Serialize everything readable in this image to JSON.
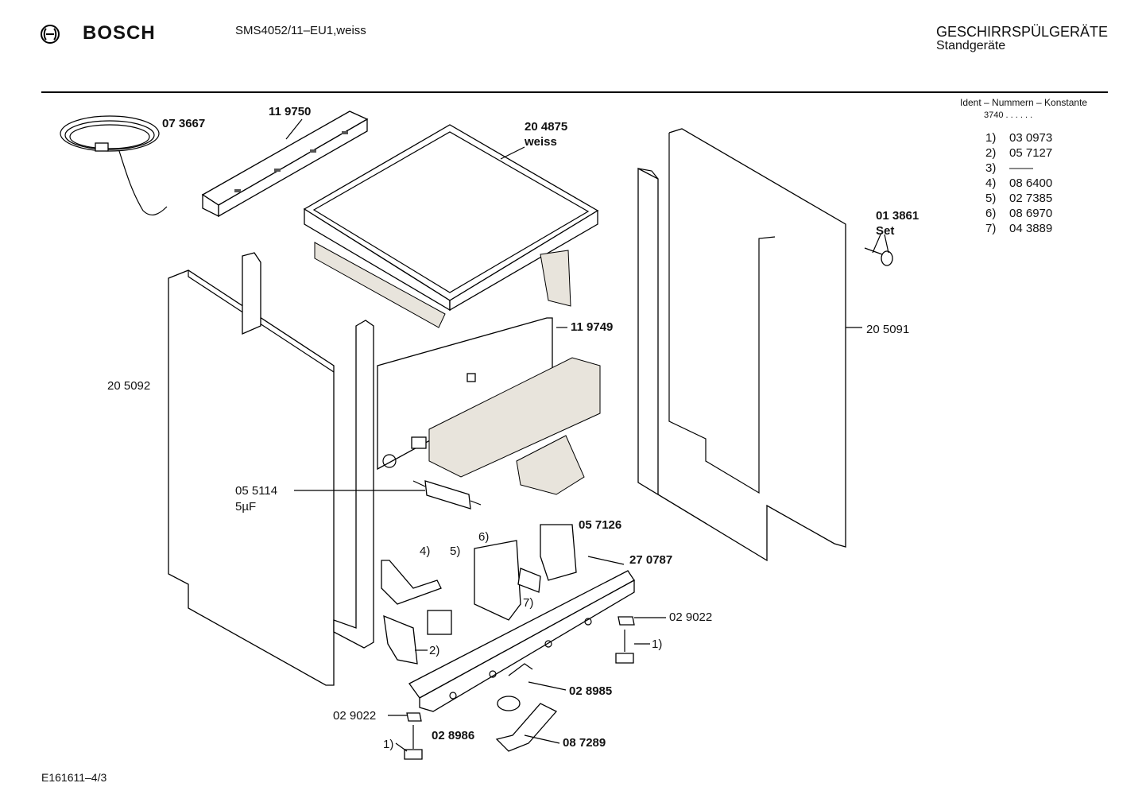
{
  "header": {
    "brand": "BOSCH",
    "model": "SMS4052/11–EU1,weiss",
    "category": "GESCHIRRSPÜLGERÄTE",
    "subcategory": "Standgeräte"
  },
  "ident": {
    "title": "Ident – Nummern – Konstante",
    "value": "3740 . .   . . . .",
    "items": [
      {
        "key": "1)",
        "value": "03 0973"
      },
      {
        "key": "2)",
        "value": "05 7127"
      },
      {
        "key": "3)",
        "value": "——"
      },
      {
        "key": "4)",
        "value": "08 6400"
      },
      {
        "key": "5)",
        "value": "02 7385"
      },
      {
        "key": "6)",
        "value": "08 6970"
      },
      {
        "key": "7)",
        "value": "04 3889"
      }
    ]
  },
  "parts": {
    "p073667": "07 3667",
    "p119750": "11 9750",
    "p204875": "20 4875",
    "p204875_note": "weiss",
    "p013861": "01 3861",
    "p013861_note": "Set",
    "p119749": "11 9749",
    "p205091": "20 5091",
    "p205092": "20 5092",
    "p055114": "05 5114",
    "p055114_note": "5µF",
    "p057126": "05 7126",
    "p270787": "27 0787",
    "p029022_right": "02 9022",
    "ref1_right": "1)",
    "ref4": "4)",
    "ref5": "5)",
    "ref6": "6)",
    "ref7": "7)",
    "ref2": "2)",
    "p028985": "02 8985",
    "p029022_left": "02 9022",
    "p028986": "02 8986",
    "p087289": "08 7289",
    "ref1_left": "1)"
  },
  "footer": {
    "code": "E161611–4/3"
  }
}
